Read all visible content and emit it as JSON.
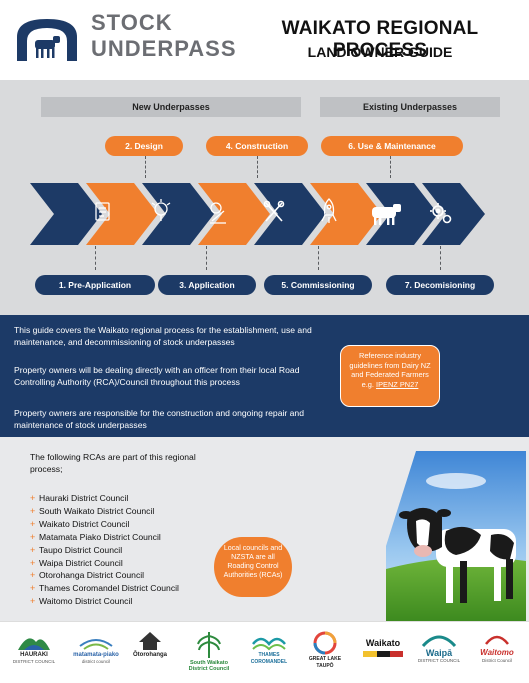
{
  "header": {
    "logo_line1": "STOCK",
    "logo_line2": "UNDERPASS",
    "title": "WAIKATO REGIONAL PROCESS",
    "subtitle": "LAND OWNER GUIDE"
  },
  "process": {
    "band_new": "New Underpasses",
    "band_existing": "Existing Underpasses",
    "top_steps": [
      "2. Design",
      "4. Construction",
      "6. Use & Maintenance"
    ],
    "bottom_steps": [
      "1. Pre-Application",
      "3. Application",
      "5. Commissioning",
      "7. Decomisioning"
    ],
    "chevron_icons": [
      "document-icon",
      "idea-head-icon",
      "pencil-sketch-icon",
      "tools-icon",
      "rocket-icon",
      "cow-icon",
      "gears-icon"
    ]
  },
  "info": {
    "p1": "This guide covers the Waikato regional process for the establishment, use and maintenance, and decommissioning of stock underpasses",
    "p2": "Property owners will be dealing directly with an officer from their local Road Controlling Authority (RCA)/Council throughout this process",
    "p3": "Property owners are responsible for the construction and ongoing repair and maintenance of stock underpasses",
    "callout_text": "Reference industry guidelines from Dairy NZ and Federated Farmers",
    "callout_link_prefix": "e.g. ",
    "callout_link": "IPENZ PN27"
  },
  "rcas": {
    "intro": "The following RCAs are part of this regional process;",
    "items": [
      "Hauraki District Council",
      "South Waikato District Council",
      "Waikato District Council",
      "Matamata Piako District Council",
      "Taupo District Council",
      "Waipa District Council",
      "Otorohanga District Council",
      "Thames Coromandel District Council",
      "Waitomo District Council"
    ],
    "note": "Local councils and NZSTA are all Roading Control Authorities (RCAs)"
  },
  "footer": {
    "hauraki": "HAURAKI",
    "hauraki_sub": "DISTRICT COUNCIL",
    "matamata": "matamata-piako",
    "matamata_sub": "district council",
    "otorohanga": "Ōtorohanga",
    "south_waikato": "South Waikato District Council",
    "thames": "THAMES COROMANDEL",
    "taupo": "GREAT LAKE TAUPŌ",
    "waikato": "Waikato",
    "waipa": "Waipā",
    "waipa_sub": "DISTRICT COUNCIL",
    "waitomo": "Waitomo",
    "waitomo_sub": "District Council"
  },
  "colors": {
    "navy": "#1c3a67",
    "orange": "#f07f2e",
    "grey": "#d9dadc"
  }
}
